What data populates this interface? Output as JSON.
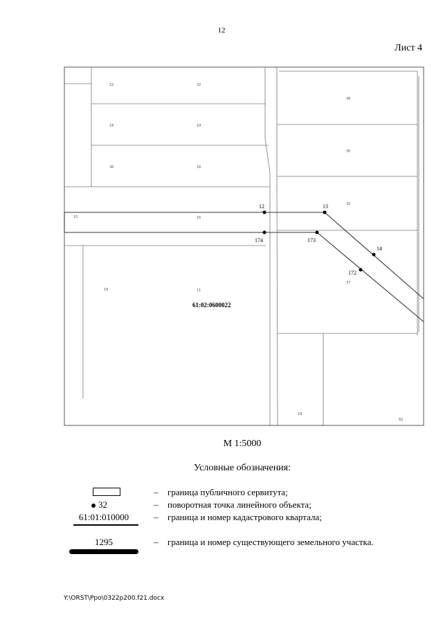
{
  "page_number": "12",
  "sheet_label": "Лист 4",
  "map": {
    "quarter_label": "61:02:0600022",
    "point_labels": [
      "12",
      "13",
      "174",
      "173",
      "14",
      "172"
    ],
    "parcel_numbers": [
      "22",
      "32",
      "18",
      "19",
      "36",
      "16",
      "15",
      "16",
      "19",
      "11",
      "36",
      "30",
      "32",
      "37",
      "18",
      "82"
    ],
    "colors": {
      "line": "#333333",
      "frame": "#555555",
      "point": "#000000"
    }
  },
  "scale": "М 1:5000",
  "legend": {
    "title": "Условные обозначения:",
    "dash": "–",
    "items": [
      {
        "symbol": "rectangle-outline",
        "text": "граница публичного сервитута;"
      },
      {
        "symbol": "dot",
        "symbol_label": "32",
        "text": "поворотная точка линейного объекта;"
      },
      {
        "symbol": "underline",
        "symbol_label": "61:01:010000",
        "text": "граница и номер кадастрового квартала;"
      },
      {
        "symbol": "thick-bar",
        "symbol_label": "1295",
        "text": "граница и номер существующего земельного участка."
      }
    ]
  },
  "footer": {
    "path": "Y:\\ORST\\Ppo\\0322p200.f21.docx"
  }
}
